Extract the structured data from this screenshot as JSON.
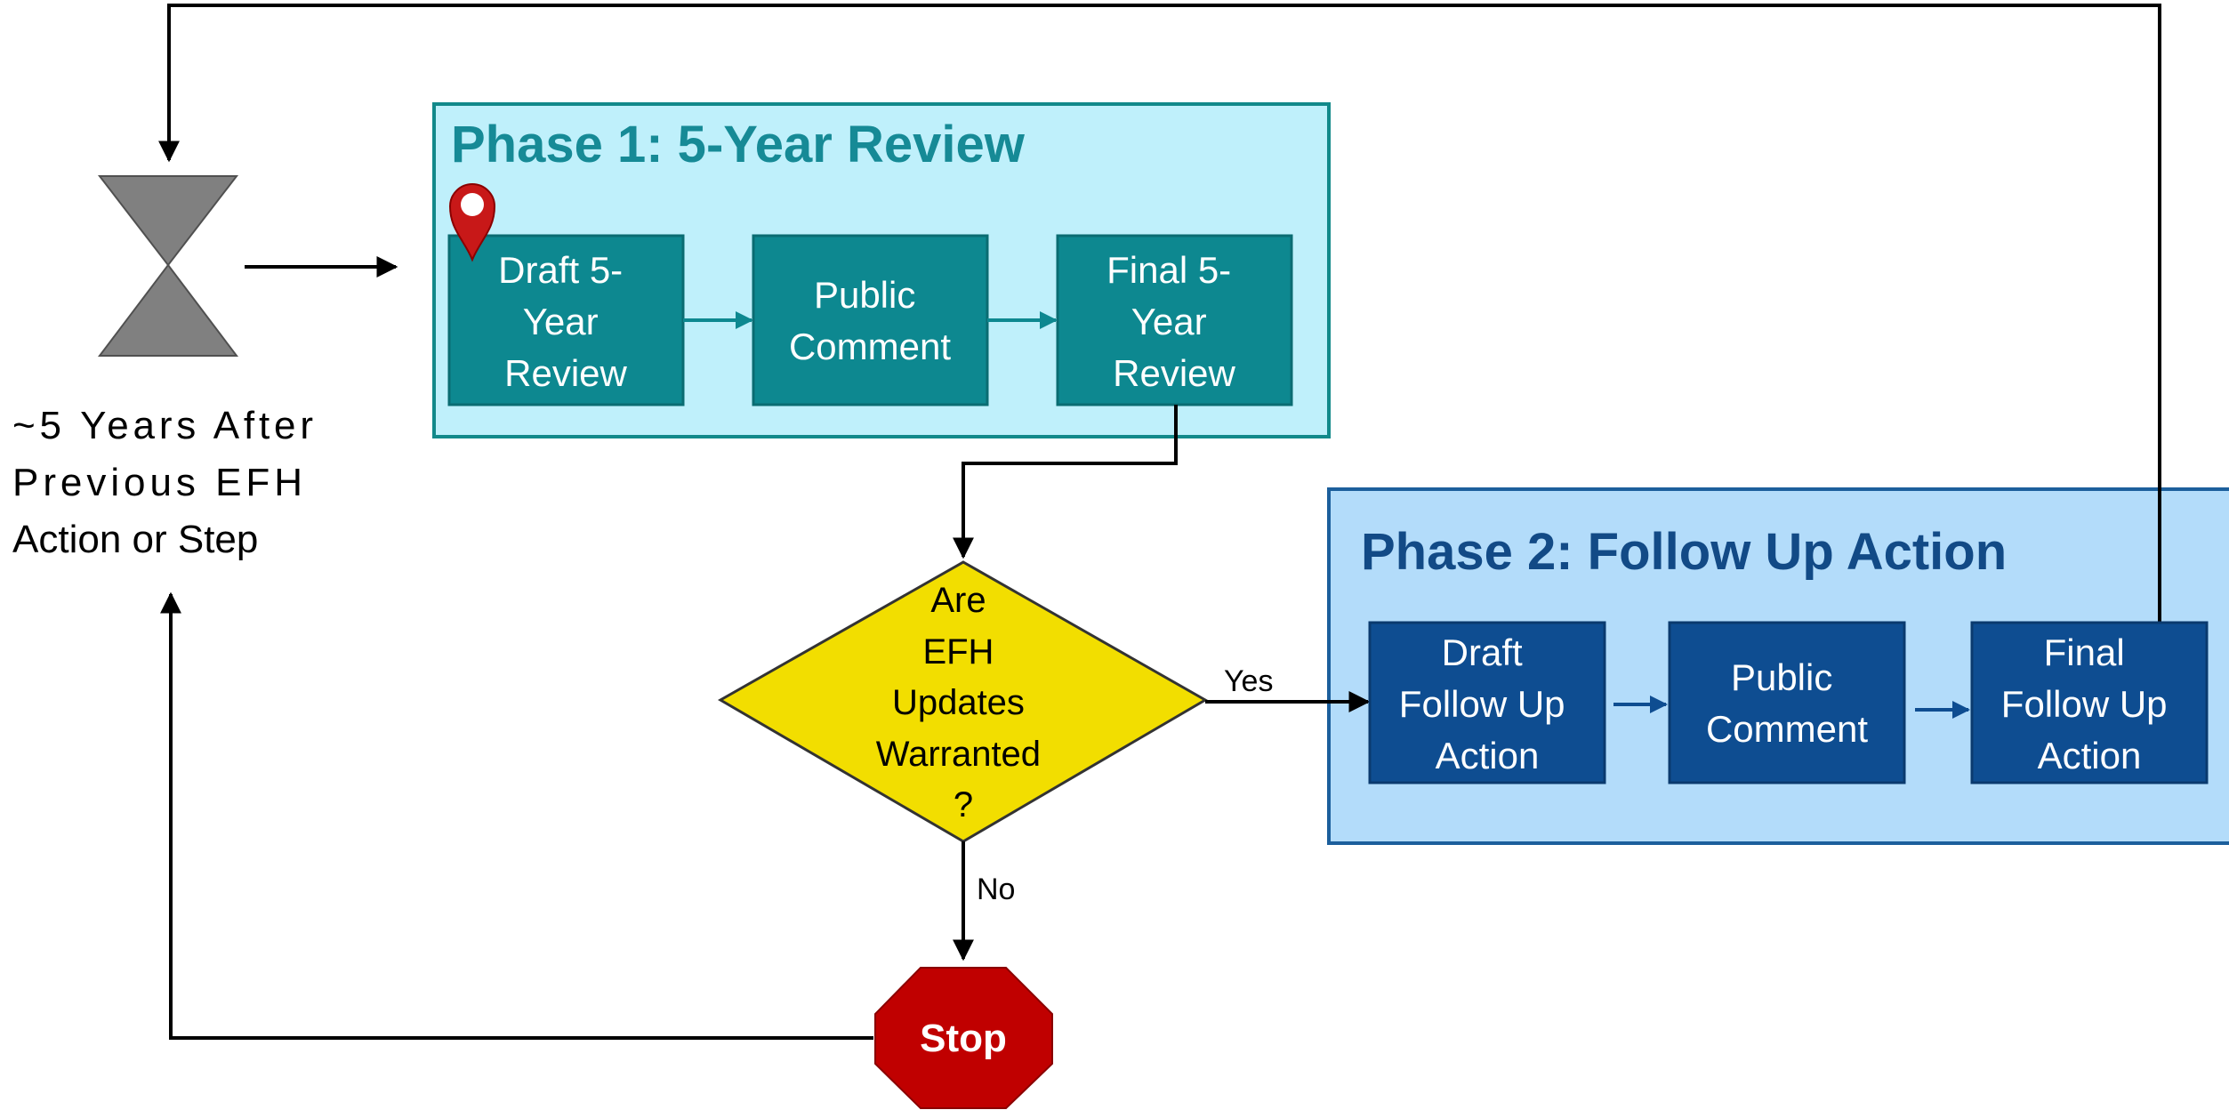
{
  "timer": {
    "caption_lines": [
      "~5 Years After",
      "Previous EFH",
      "Action or Step"
    ]
  },
  "phase1": {
    "title": "Phase 1: 5-Year Review",
    "steps": [
      {
        "lines": [
          "Draft 5-",
          "Year",
          "Review"
        ]
      },
      {
        "lines": [
          "Public",
          "Comment"
        ]
      },
      {
        "lines": [
          "Final 5-",
          "Year",
          "Review"
        ]
      }
    ]
  },
  "decision": {
    "lines": [
      "Are",
      "EFH",
      "Updates",
      "Warranted",
      "?"
    ],
    "yes_label": "Yes",
    "no_label": "No"
  },
  "phase2": {
    "title": "Phase 2: Follow Up Action",
    "steps": [
      {
        "lines": [
          "Draft",
          "Follow Up",
          "Action"
        ]
      },
      {
        "lines": [
          "Public",
          "Comment"
        ]
      },
      {
        "lines": [
          "Final",
          "Follow Up",
          "Action"
        ]
      }
    ]
  },
  "stop": {
    "label": "Stop"
  },
  "colors": {
    "phase1_bg": "#bff0fb",
    "phase1_border": "#12898a",
    "phase1_title": "#168a96",
    "phase1_box": "#0d8890",
    "phase2_bg": "#b3dcfa",
    "phase2_border": "#1c5f9c",
    "phase2_title": "#124a86",
    "phase2_box": "#0e4d91",
    "decision_fill": "#f2de00",
    "stop_fill": "#c00000",
    "hourglass": "#808080",
    "marker": "#c81818"
  },
  "icons": [
    "hourglass-icon",
    "location-pin-icon",
    "stop-sign-icon"
  ]
}
